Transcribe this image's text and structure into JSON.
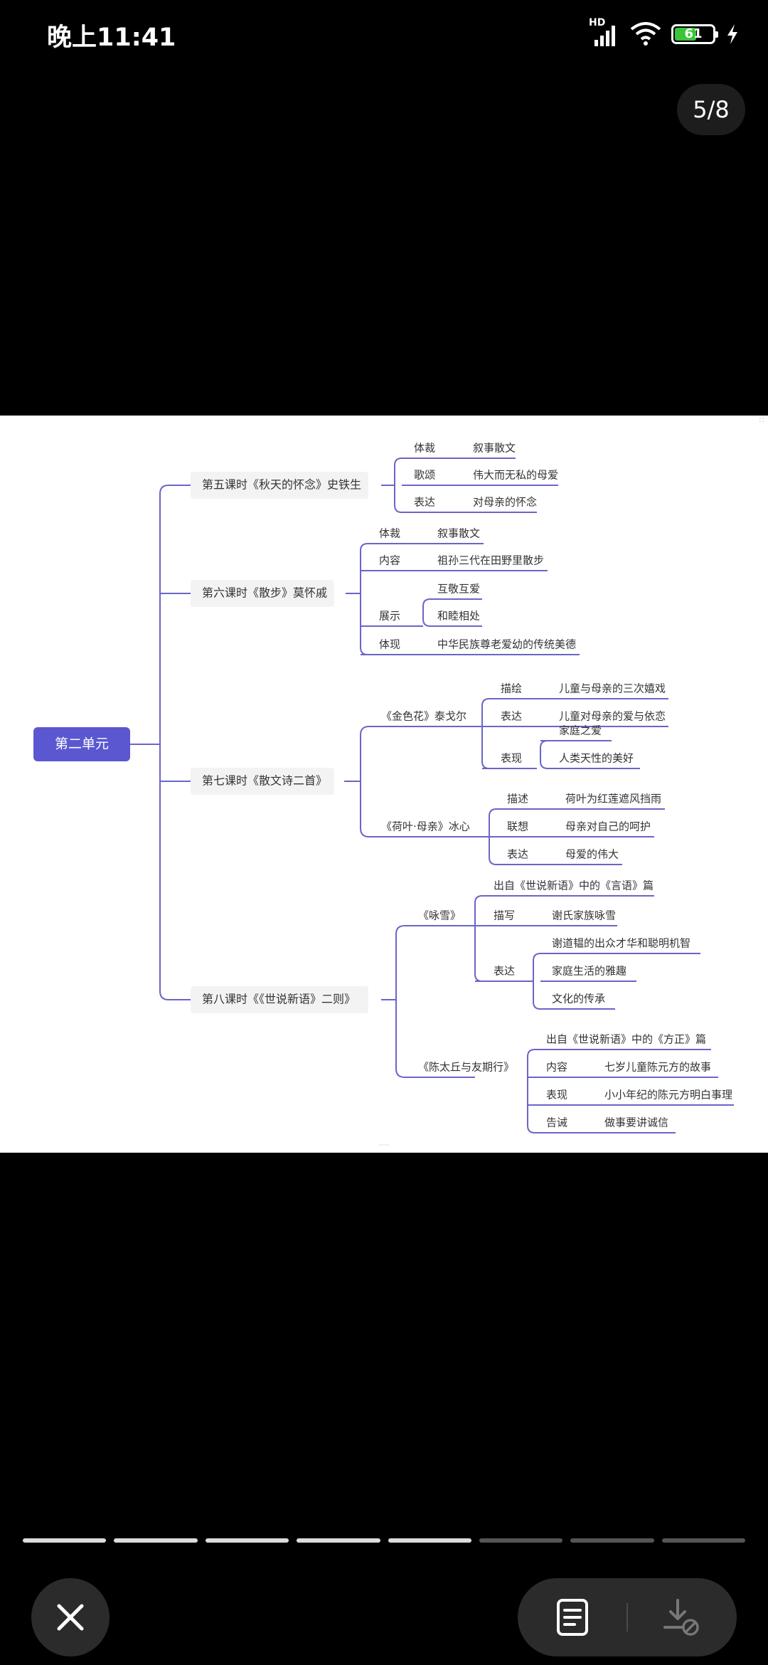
{
  "status_bar": {
    "time": "晚上11:41",
    "network_label": "HD",
    "battery_level": "61",
    "icons": [
      "signal-icon",
      "wifi-icon",
      "battery-icon",
      "charging-icon"
    ]
  },
  "viewer": {
    "page_counter": "5/8",
    "current_page": 5,
    "total_pages": 8,
    "progress_segments_done": 5,
    "progress_segments_total": 8
  },
  "mindmap": {
    "root": "第二单元",
    "lessons": [
      {
        "title": "第五课时《秋天的怀念》史铁生",
        "items": [
          {
            "label": "体裁",
            "value": "叙事散文"
          },
          {
            "label": "歌颂",
            "value": "伟大而无私的母爱"
          },
          {
            "label": "表达",
            "value": "对母亲的怀念"
          }
        ]
      },
      {
        "title": "第六课时《散步》莫怀戚",
        "items": [
          {
            "label": "体裁",
            "value": "叙事散文"
          },
          {
            "label": "内容",
            "value": "祖孙三代在田野里散步"
          },
          {
            "label": "展示",
            "values": [
              "互敬互爱",
              "和睦相处"
            ]
          },
          {
            "label": "体现",
            "value": "中华民族尊老爱幼的传统美德"
          }
        ]
      },
      {
        "title": "第七课时《散文诗二首》",
        "poems": [
          {
            "title": "《金色花》泰戈尔",
            "items": [
              {
                "label": "描绘",
                "value": "儿童与母亲的三次嬉戏"
              },
              {
                "label": "表达",
                "value": "儿童对母亲的爱与依恋"
              },
              {
                "label": "表现",
                "values": [
                  "家庭之爱",
                  "人类天性的美好"
                ]
              }
            ]
          },
          {
            "title": "《荷叶·母亲》冰心",
            "items": [
              {
                "label": "描述",
                "value": "荷叶为红莲遮风挡雨"
              },
              {
                "label": "联想",
                "value": "母亲对自己的呵护"
              },
              {
                "label": "表达",
                "value": "母爱的伟大"
              }
            ]
          }
        ]
      },
      {
        "title": "第八课时《《世说新语》二则》",
        "stories": [
          {
            "title": "《咏雪》",
            "source": "出自《世说新语》中的《言语》篇",
            "items": [
              {
                "label": "描写",
                "value": "谢氏家族咏雪"
              },
              {
                "label": "表达",
                "values": [
                  "谢道韫的出众才华和聪明机智",
                  "家庭生活的雅趣",
                  "文化的传承"
                ]
              }
            ]
          },
          {
            "title": "《陈太丘与友期行》",
            "source": "出自《世说新语》中的《方正》篇",
            "items": [
              {
                "label": "内容",
                "value": "七岁儿童陈元方的故事"
              },
              {
                "label": "表现",
                "value": "小小年纪的陈元方明白事理"
              },
              {
                "label": "告诫",
                "value": "做事要讲诚信"
              }
            ]
          }
        ]
      }
    ]
  },
  "colors": {
    "accent": "#5b57d1",
    "line": "#6a65c8",
    "background": "#000000",
    "panel": "#ffffff"
  }
}
